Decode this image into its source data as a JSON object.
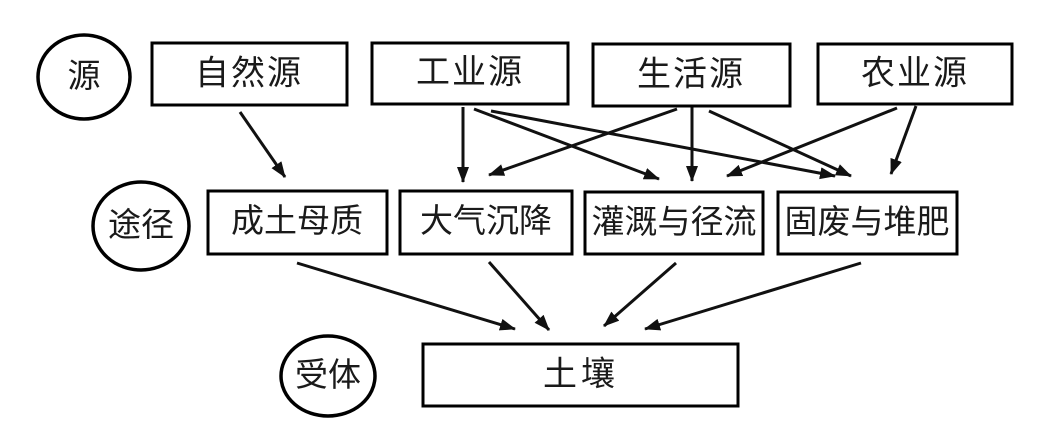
{
  "colors": {
    "background": "#ffffff",
    "stroke": "#000000",
    "text": "#1a1a1a"
  },
  "levels": {
    "source_label": "源",
    "pathway_label": "途径",
    "receptor_label": "受体"
  },
  "nodes": {
    "natural_source": "自然源",
    "industrial_source": "工业源",
    "domestic_source": "生活源",
    "agricultural_source": "农业源",
    "soil_parent_material": "成土母质",
    "atmospheric_deposition": "大气沉降",
    "irrigation_and_runoff": "灌溉与径流",
    "solid_waste_and_compost": "固废与堆肥",
    "soil": "土壤"
  },
  "edges": [
    {
      "from": "自然源",
      "to": "成土母质"
    },
    {
      "from": "工业源",
      "to": "大气沉降"
    },
    {
      "from": "工业源",
      "to": "灌溉与径流"
    },
    {
      "from": "工业源",
      "to": "固废与堆肥"
    },
    {
      "from": "生活源",
      "to": "大气沉降"
    },
    {
      "from": "生活源",
      "to": "灌溉与径流"
    },
    {
      "from": "生活源",
      "to": "固废与堆肥"
    },
    {
      "from": "农业源",
      "to": "灌溉与径流"
    },
    {
      "from": "农业源",
      "to": "固废与堆肥"
    },
    {
      "from": "成土母质",
      "to": "土壤"
    },
    {
      "from": "大气沉降",
      "to": "土壤"
    },
    {
      "from": "灌溉与径流",
      "to": "土壤"
    },
    {
      "from": "固废与堆肥",
      "to": "土壤"
    }
  ]
}
